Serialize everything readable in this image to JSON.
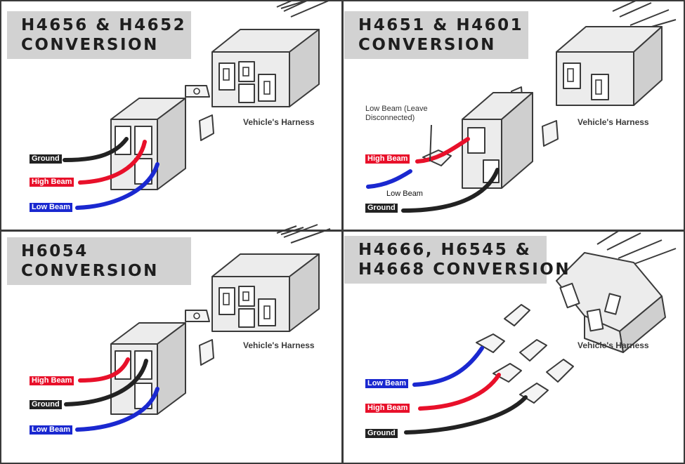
{
  "panels": [
    {
      "id": "top-left",
      "title_lines": [
        "H4656 & H4652",
        "CONVERSION"
      ],
      "harness_label": "Vehicle's Harness",
      "wires": [
        {
          "label": "Ground",
          "color": "#222222"
        },
        {
          "label": "High Beam",
          "color": "#e8102a"
        },
        {
          "label": "Low Beam",
          "color": "#1a28d0"
        }
      ]
    },
    {
      "id": "top-right",
      "title_lines": [
        "H4651 & H4601",
        "CONVERSION"
      ],
      "harness_label": "Vehicle's Harness",
      "note": "Low Beam (Leave\nDisconnected)",
      "wires": [
        {
          "label": "High Beam",
          "color": "#e8102a"
        },
        {
          "label": "Low Beam",
          "color": "#1a28d0"
        },
        {
          "label": "Ground",
          "color": "#222222"
        }
      ]
    },
    {
      "id": "bottom-left",
      "title_lines": [
        "H6054",
        "CONVERSION"
      ],
      "harness_label": "Vehicle's Harness",
      "wires": [
        {
          "label": "High Beam",
          "color": "#e8102a"
        },
        {
          "label": "Ground",
          "color": "#222222"
        },
        {
          "label": "Low Beam",
          "color": "#1a28d0"
        }
      ]
    },
    {
      "id": "bottom-right",
      "title_lines": [
        "H4666, H6545 &",
        "H4668 CONVERSION"
      ],
      "harness_label": "Vehicle's Harness",
      "wires": [
        {
          "label": "Low Beam",
          "color": "#1a28d0"
        },
        {
          "label": "High Beam",
          "color": "#e8102a"
        },
        {
          "label": "Ground",
          "color": "#222222"
        }
      ]
    }
  ],
  "colors": {
    "divider": "#3a3a3a",
    "title_bg": "#d2d2d2",
    "connector_fill": "#ececec",
    "connector_stroke": "#3a3a3a",
    "red": "#e8102a",
    "black": "#222222",
    "blue": "#1a28d0"
  }
}
